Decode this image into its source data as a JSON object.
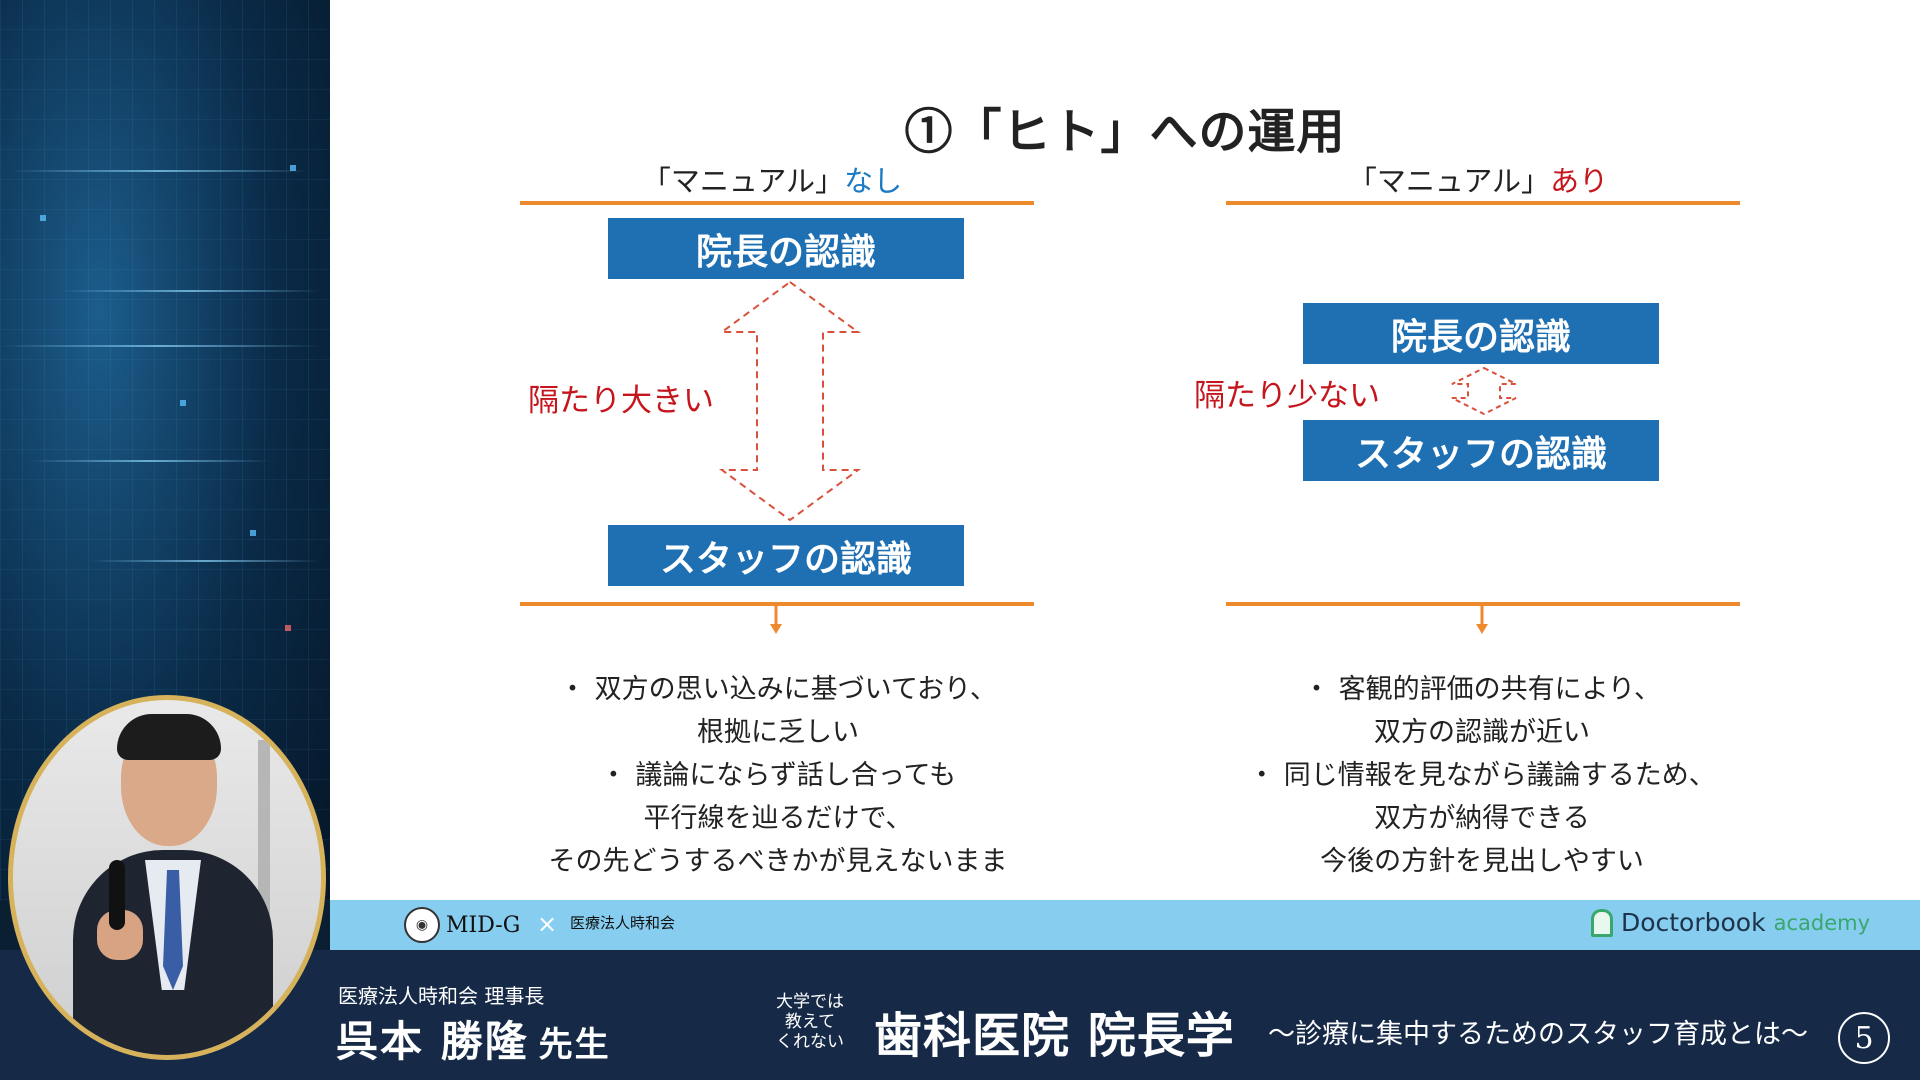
{
  "slide": {
    "title": "①「ヒト」への運用",
    "left": {
      "header_prefix": "「マニュアル」",
      "header_highlight": "なし",
      "top_box": "院長の認識",
      "gap_label": "隔たり大きい",
      "bottom_box": "スタッフの認識",
      "bullets": [
        "・ 双方の思い込みに基づいており、",
        "根拠に乏しい",
        "・ 議論にならず話し合っても",
        "平行線を辿るだけで、",
        "その先どうするべきかが見えないまま"
      ]
    },
    "right": {
      "header_prefix": "「マニュアル」",
      "header_highlight": "あり",
      "top_box": "院長の認識",
      "gap_label": "隔たり少ない",
      "bottom_box": "スタッフの認識",
      "bullets": [
        "・ 客観的評価の共有により、",
        "双方の認識が近い",
        "・ 同じ情報を見ながら議論するため、",
        "双方が納得できる",
        "今後の方針を見出しやすい"
      ]
    }
  },
  "logo_bar": {
    "mid_g": "MID-G",
    "cross": "×",
    "clinic_logo": "医療法人時和会",
    "doctorbook": "Doctorbook",
    "academy": "academy"
  },
  "bottom_bar": {
    "speaker_org": "医療法人時和会 理事長",
    "speaker_name": "呉本 勝隆",
    "speaker_suffix": "先生",
    "tagline": [
      "大学では",
      "教えて",
      "くれない"
    ],
    "series_title": "歯科医院 院長学",
    "series_subtitle": "〜診療に集中するためのスタッフ育成とは〜",
    "episode": "5"
  },
  "colors": {
    "box_blue": "#1f6fb3",
    "orange_line": "#ed8a2d",
    "red_label": "#c4161c",
    "blue_highlight": "#1b7bc4",
    "navy_bar": "#162a48",
    "light_blue_bar": "#86cdf0",
    "gold_border": "#d6b25a"
  },
  "icons": [
    "mid-g-logo-icon",
    "doctorbook-logo-icon",
    "double-arrow-icon",
    "down-arrow-icon"
  ]
}
